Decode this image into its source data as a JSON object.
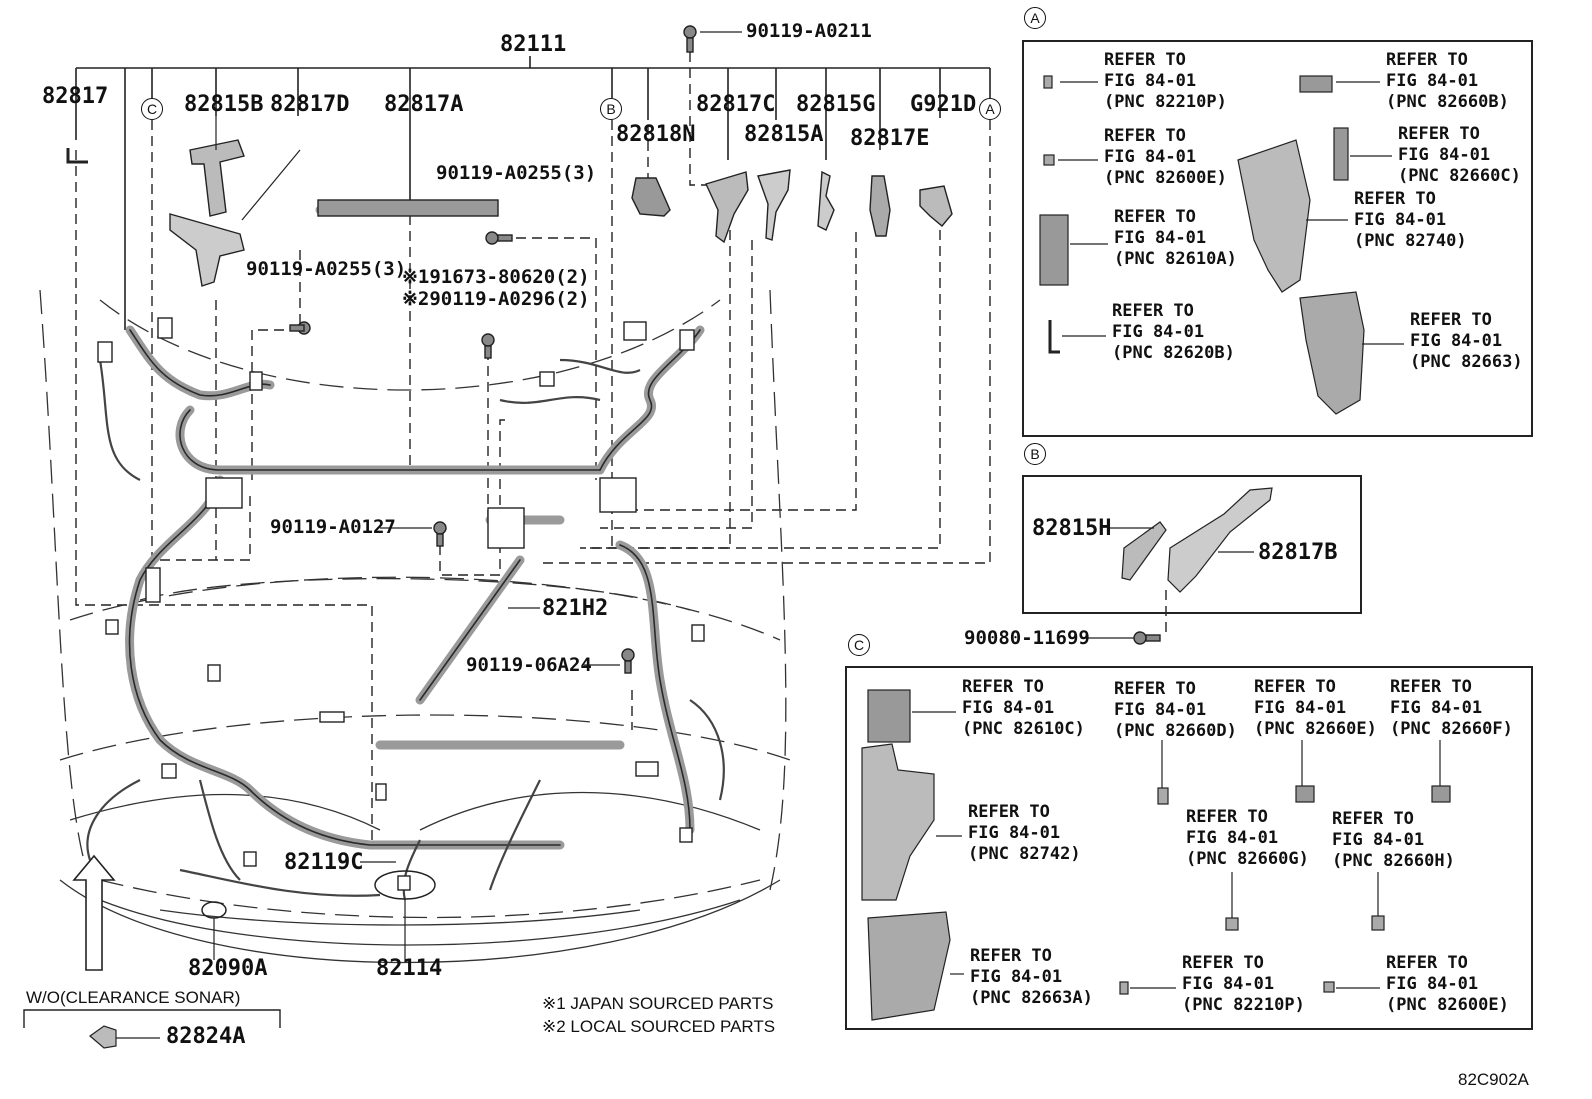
{
  "callouts": {
    "c82111": "82111",
    "c82817": "82817",
    "c82815B": "82815B",
    "c82817D": "82817D",
    "c82817A": "82817A",
    "c90119A0211": "90119-A0211",
    "c82817C": "82817C",
    "c82815G": "82815G",
    "cG921D": "G921D",
    "c82818N": "82818N",
    "c82815A": "82815A",
    "c82817E": "82817E",
    "c90119A0255a": "90119-A0255(3)",
    "c90119A0255b": "90119-A0255(3)",
    "c191673": "※191673-80620(2)",
    "c290119": "※290119-A0296(2)",
    "c90119A0127": "90119-A0127",
    "c821H2": "821H2",
    "c9011906A24": "90119-06A24",
    "c82119C": "82119C",
    "c82090A": "82090A",
    "c82114": "82114",
    "c82824A": "82824A",
    "c82815H": "82815H",
    "c82817B": "82817B",
    "c9008011699": "90080-11699"
  },
  "markers": {
    "a": "A",
    "b": "B",
    "c": "C"
  },
  "wo_label": "W/O(CLEARANCE SONAR)",
  "notes": {
    "n1": "※1 JAPAN SOURCED PARTS",
    "n2": "※2 LOCAL SOURCED PARTS"
  },
  "figure_code": "82C902A",
  "refer": {
    "line1": "REFER TO",
    "line2": "FIG 84-01"
  },
  "panel_a": {
    "r1": "(PNC 82210P)",
    "r2": "(PNC 82660B)",
    "r3": "(PNC 82600E)",
    "r4": "(PNC 82660C)",
    "r5": "(PNC 82740)",
    "r6": "(PNC 82610A)",
    "r7": "(PNC 82620B)",
    "r8": "(PNC 82663)"
  },
  "panel_c": {
    "r1": "(PNC 82610C)",
    "r2": "(PNC 82660D)",
    "r3": "(PNC 82660E)",
    "r4": "(PNC 82660F)",
    "r5": "(PNC 82742)",
    "r6": "(PNC 82660G)",
    "r7": "(PNC 82660H)",
    "r8": "(PNC 82663A)",
    "r9": "(PNC 82210P)",
    "r10": "(PNC 82600E)"
  }
}
